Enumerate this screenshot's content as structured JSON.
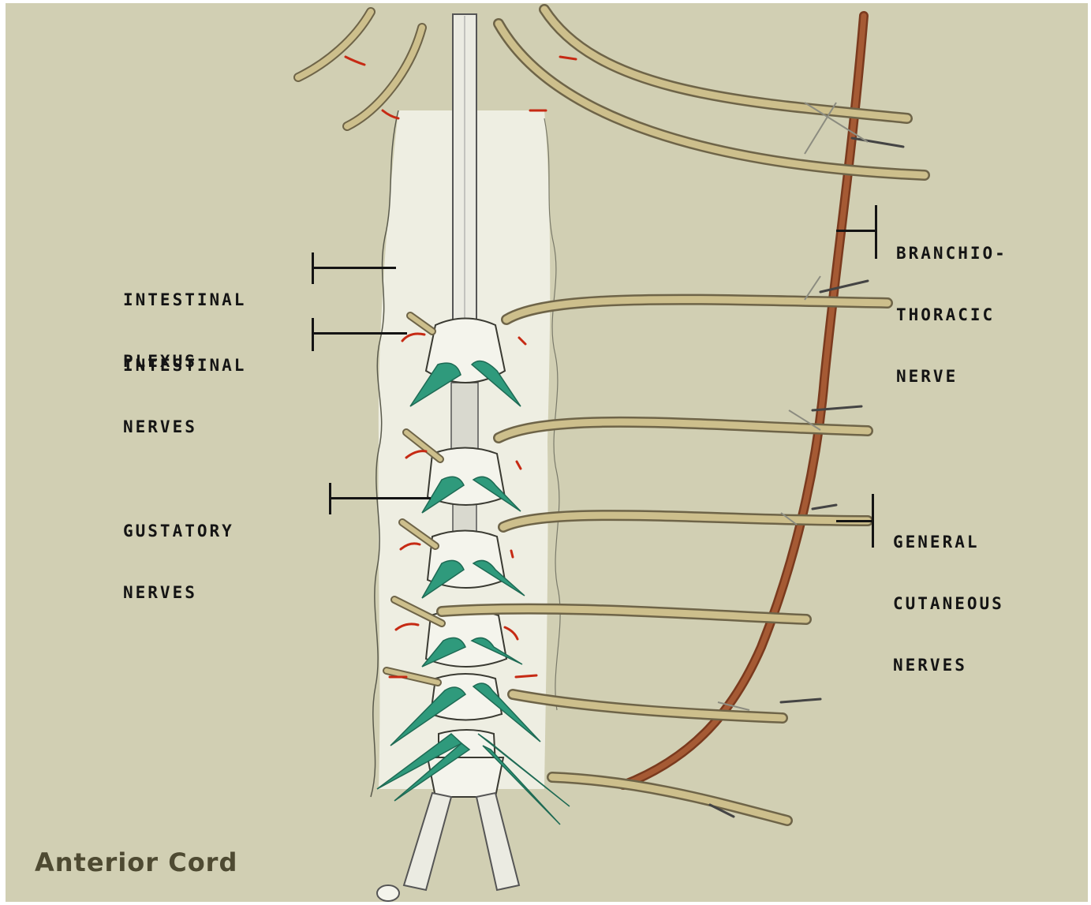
{
  "diagram": {
    "labels": {
      "intestinal_plexus": [
        "INTESTINAL",
        "PLEXUS"
      ],
      "intestinal_nerves": [
        "INTESTINAL",
        "NERVES"
      ],
      "gustatory_nerves": [
        "GUSTATORY",
        "NERVES"
      ],
      "branchio_thoracic_nerve": [
        "BRANCHIO-",
        "THORACIC",
        "NERVE"
      ],
      "general_cutaneous_nerves": [
        "GENERAL",
        "CUTANEOUS",
        "NERVES"
      ]
    },
    "caption": "Anterior Cord",
    "colors": {
      "background": "#d1cfb3",
      "nerve": "#cdbf8c",
      "nerve_outline": "#6e6448",
      "ganglion": "#f4f4ec",
      "gustatory": "#2f9a7c",
      "connective": "#c62a14",
      "branchio_thoracic": "#9a4e2c",
      "label_text": "#141414",
      "caption_text": "#4e4a32"
    }
  }
}
